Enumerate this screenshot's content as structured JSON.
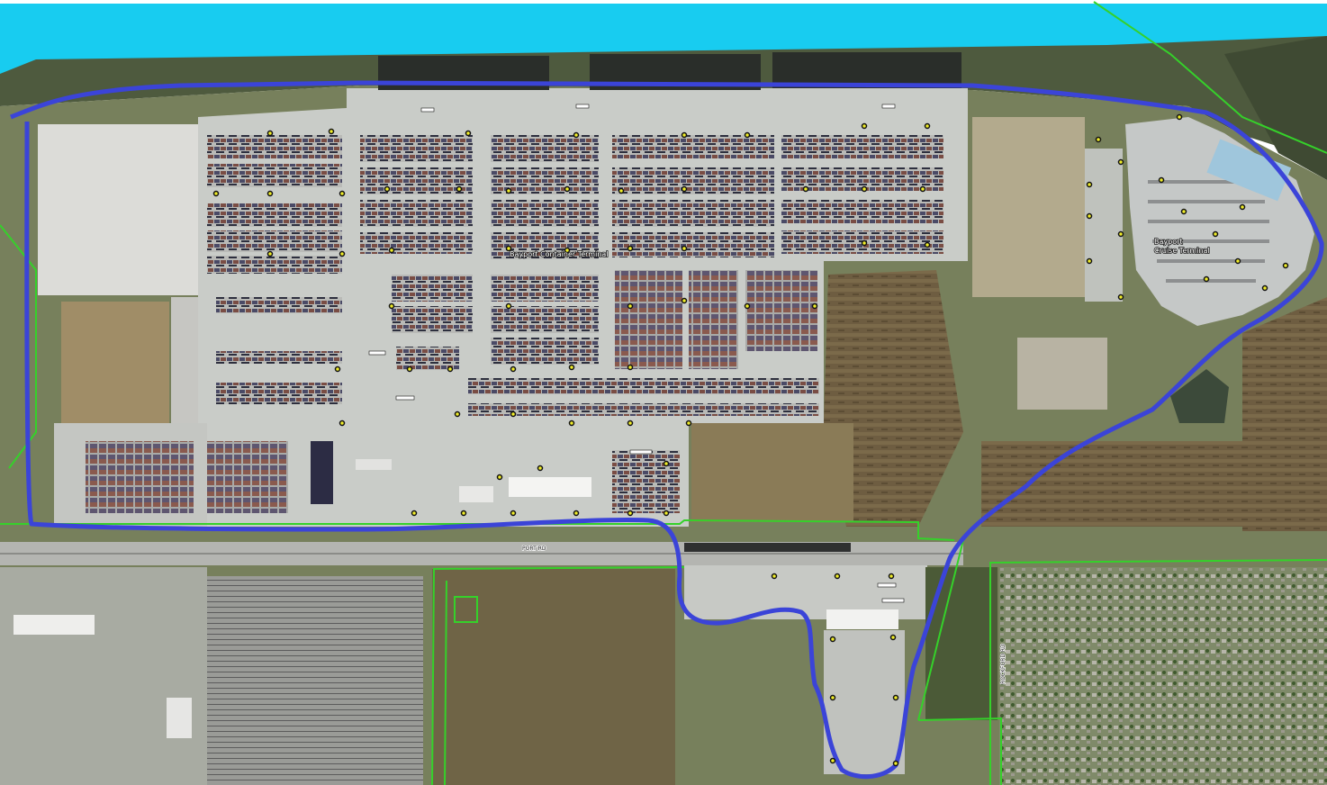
{
  "map": {
    "labels": {
      "container_terminal": "Bayport Container Terminal",
      "cruise_terminal_line1": "Bayport",
      "cruise_terminal_line2": "Cruise Terminal",
      "port_road": "PORT RD",
      "side_road": "ROCKFORD RD"
    },
    "colors": {
      "water": "#18ccf0",
      "bay": "#4e5a3e",
      "boundary": "#3b44d8",
      "parcel_lines": "#35d12a",
      "markers": "#f1ee2a",
      "pavement": "#c9ccc8",
      "marsh": "#6b5e3f"
    }
  }
}
